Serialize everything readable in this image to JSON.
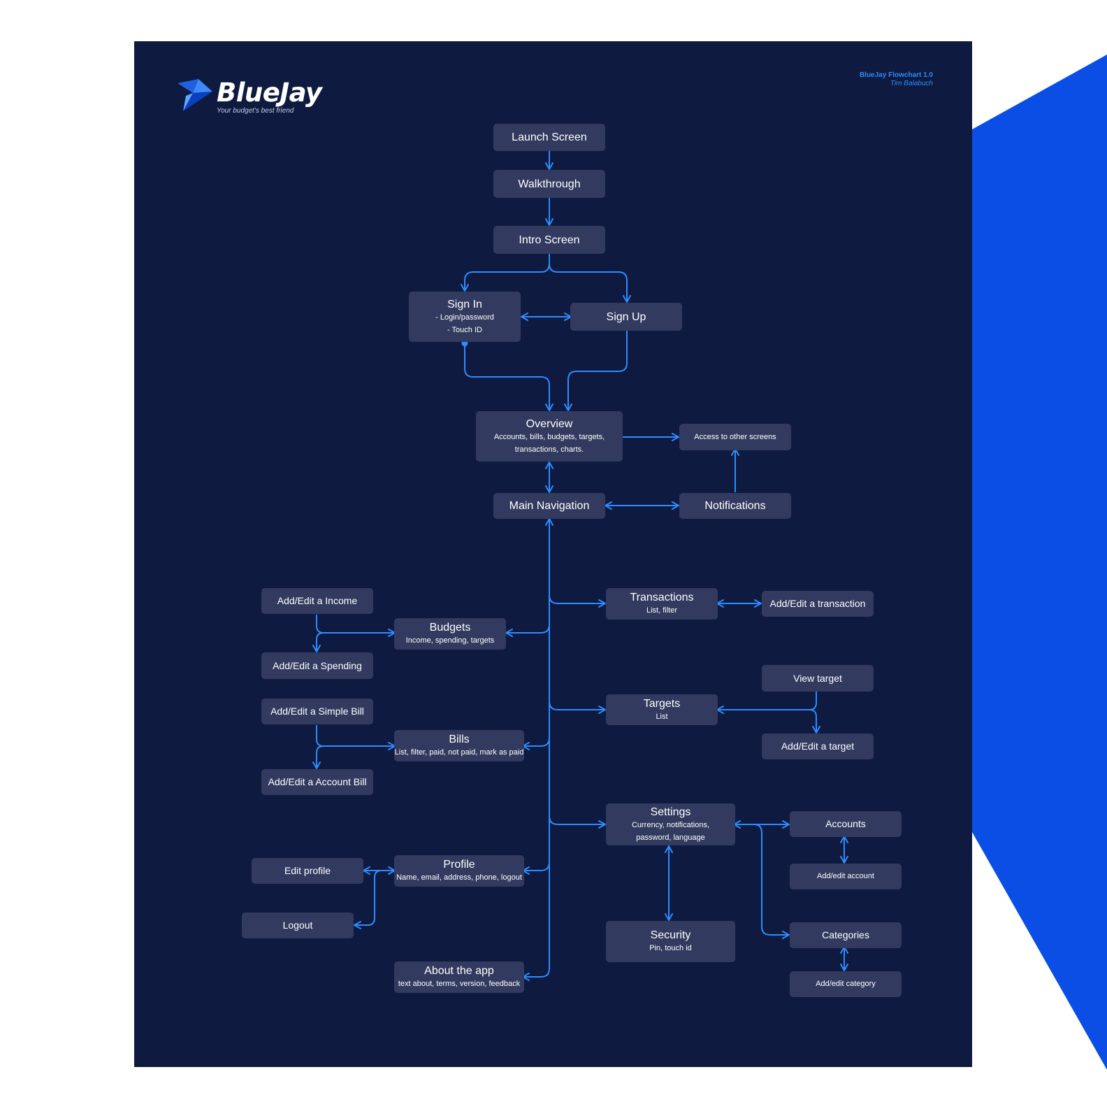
{
  "brand": {
    "name": "BlueJay",
    "tagline": "Your budget's best friend"
  },
  "header": {
    "title": "BlueJay Flowchart 1.0",
    "author": "Tim Balabuch"
  },
  "colors": {
    "background": "#0e1a3f",
    "node": "#323b5f",
    "edge": "#2e8cff",
    "accent": "#0b4ee6"
  },
  "nodes": {
    "launch": {
      "title": "Launch Screen"
    },
    "walkthrough": {
      "title": "Walkthrough"
    },
    "intro": {
      "title": "Intro Screen"
    },
    "signin": {
      "title": "Sign In",
      "line1": "- Login/password",
      "line2": "- Touch ID"
    },
    "signup": {
      "title": "Sign Up"
    },
    "overview": {
      "title": "Overview",
      "line1": "Accounts, bills, budgets, targets,",
      "line2": "transactions, charts."
    },
    "access": {
      "title": "Access to other screens"
    },
    "mainnav": {
      "title": "Main Navigation"
    },
    "notifications": {
      "title": "Notifications"
    },
    "income": {
      "title": "Add/Edit a Income"
    },
    "budgets": {
      "title": "Budgets",
      "sub": "Income, spending, targets"
    },
    "spending": {
      "title": "Add/Edit a Spending"
    },
    "transactions": {
      "title": "Transactions",
      "sub": "List, filter"
    },
    "addtransaction": {
      "title": "Add/Edit a transaction"
    },
    "viewtarget": {
      "title": "View target"
    },
    "targets": {
      "title": "Targets",
      "sub": "List"
    },
    "addtarget": {
      "title": "Add/Edit a target"
    },
    "simplebill": {
      "title": "Add/Edit a Simple Bill"
    },
    "bills": {
      "title": "Bills",
      "sub": "List, filter, paid, not paid, mark as paid"
    },
    "accountbill": {
      "title": "Add/Edit a Account Bill"
    },
    "settings": {
      "title": "Settings",
      "line1": "Currency, notifications,",
      "line2": "password, language"
    },
    "accounts": {
      "title": "Accounts"
    },
    "addaccount": {
      "title": "Add/edit account"
    },
    "editprofile": {
      "title": "Edit profile"
    },
    "profile": {
      "title": "Profile",
      "sub": "Name, email, address, phone, logout"
    },
    "logout": {
      "title": "Logout"
    },
    "security": {
      "title": "Security",
      "sub": "Pin, touch id"
    },
    "categories": {
      "title": "Categories"
    },
    "addcategory": {
      "title": "Add/edit category"
    },
    "about": {
      "title": "About the app",
      "sub": "text about, terms, version, feedback"
    }
  }
}
